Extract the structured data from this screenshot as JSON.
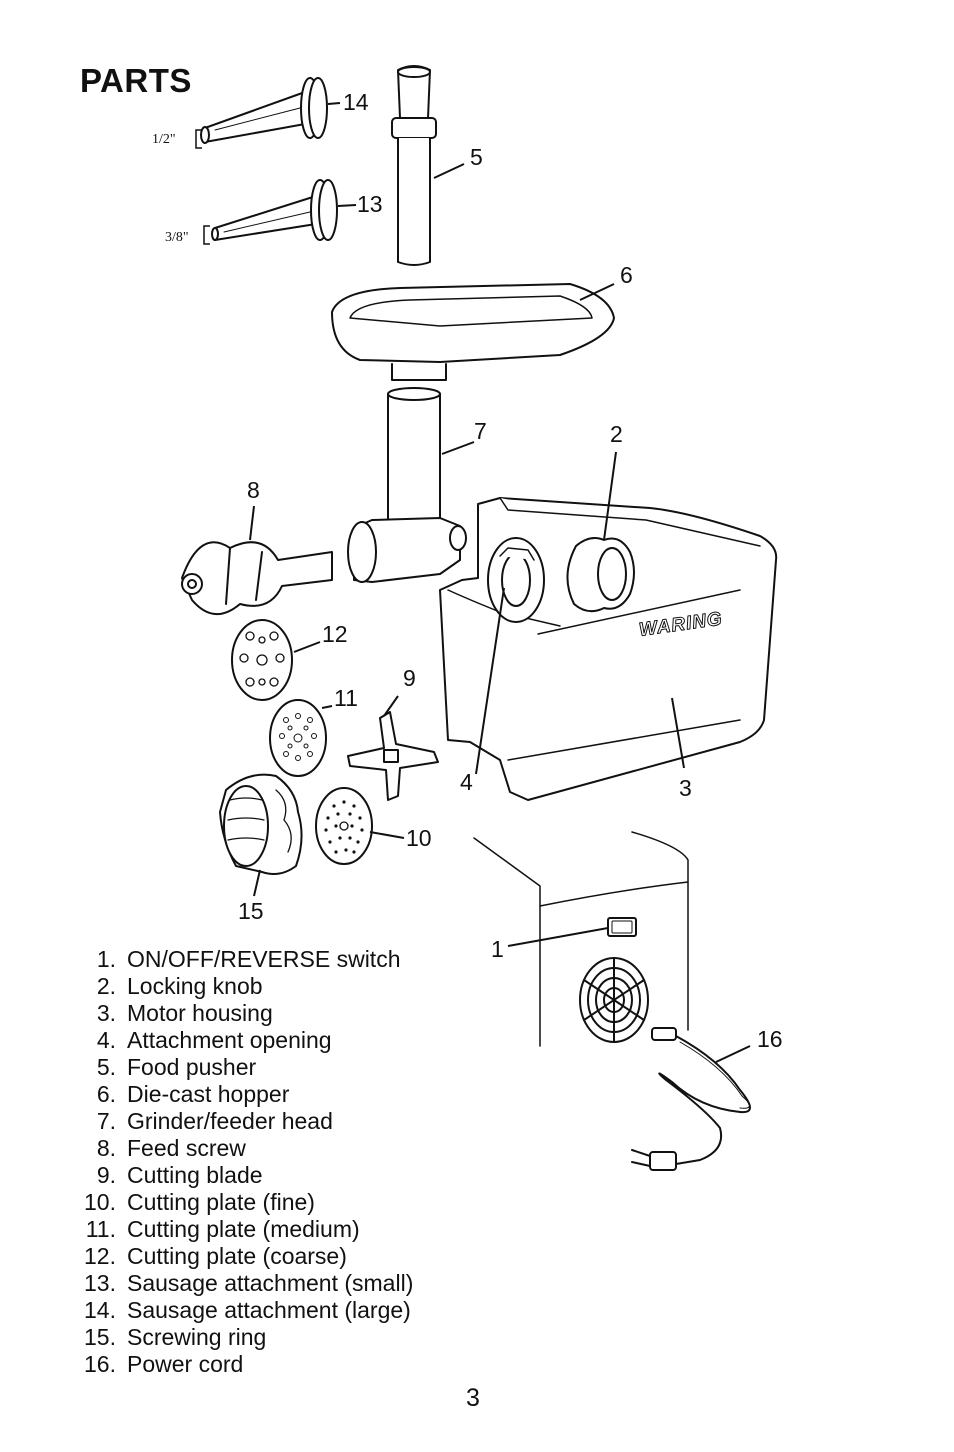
{
  "page": {
    "title": "PARTS",
    "page_number": "3"
  },
  "diagram": {
    "brand": "WARING",
    "sizes": {
      "large": "1/2\"",
      "small": "3/8\""
    },
    "callouts": [
      "1",
      "2",
      "3",
      "4",
      "5",
      "6",
      "7",
      "8",
      "9",
      "10",
      "11",
      "12",
      "13",
      "14",
      "15",
      "16"
    ]
  },
  "parts": [
    {
      "num": "1.",
      "label": "ON/OFF/REVERSE switch"
    },
    {
      "num": "2.",
      "label": "Locking knob"
    },
    {
      "num": "3.",
      "label": "Motor housing"
    },
    {
      "num": "4.",
      "label": "Attachment opening"
    },
    {
      "num": "5.",
      "label": "Food pusher"
    },
    {
      "num": "6.",
      "label": "Die-cast hopper"
    },
    {
      "num": "7.",
      "label": "Grinder/feeder head"
    },
    {
      "num": "8.",
      "label": "Feed screw"
    },
    {
      "num": "9.",
      "label": "Cutting blade"
    },
    {
      "num": "10.",
      "label": "Cutting plate (fine)"
    },
    {
      "num": "11.",
      "label": "Cutting plate (medium)"
    },
    {
      "num": "12.",
      "label": "Cutting plate (coarse)"
    },
    {
      "num": "13.",
      "label": "Sausage attachment (small)"
    },
    {
      "num": "14.",
      "label": "Sausage attachment (large)"
    },
    {
      "num": "15.",
      "label": "Screwing ring"
    },
    {
      "num": "16.",
      "label": "Power cord"
    }
  ]
}
